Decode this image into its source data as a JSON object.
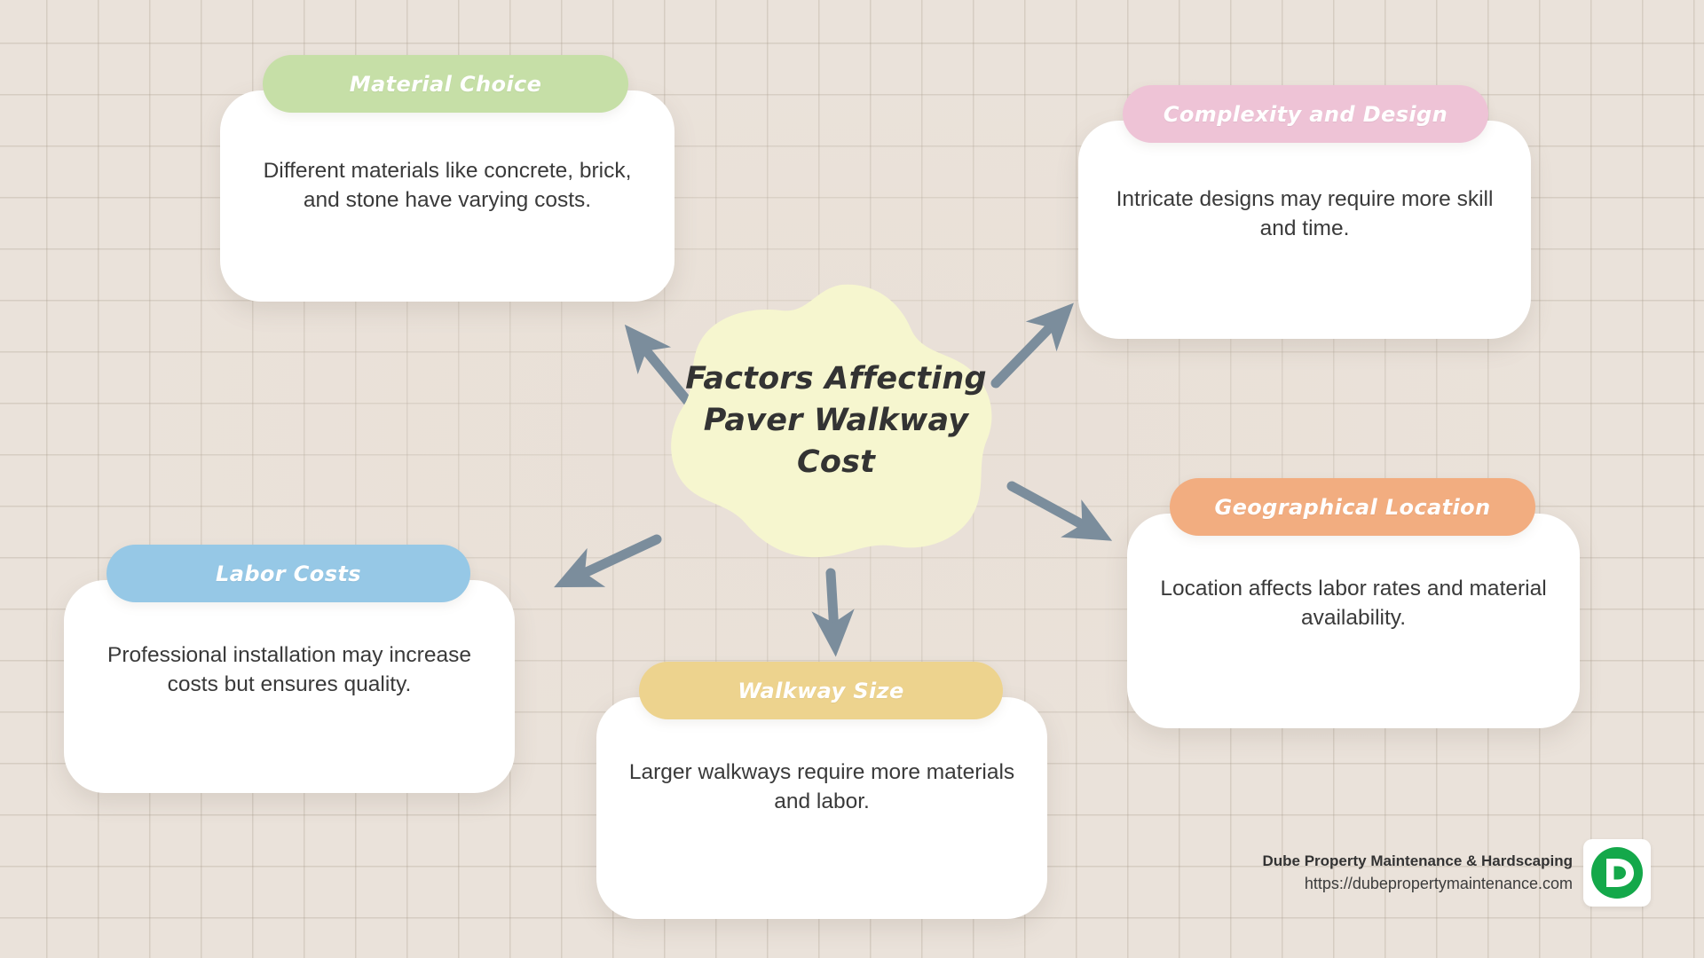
{
  "canvas": {
    "background_color": "#eae2da",
    "grid_color": "#a89b8c"
  },
  "center": {
    "blob_color": "#f6f6cf",
    "text_color": "#333333",
    "title_lines": [
      "Factors Affecting",
      "Paver Walkway",
      "Cost"
    ],
    "title_full": "Factors Affecting Paver Walkway Cost"
  },
  "arrow_color": "#7b8d9c",
  "cards": [
    {
      "id": "material-choice",
      "header": "Material Choice",
      "header_color": "#c6dfa7",
      "description": "Different materials like concrete, brick, and stone have varying costs."
    },
    {
      "id": "complexity-and-design",
      "header": "Complexity and Design",
      "header_color": "#eec3d6",
      "description": "Intricate designs may require more skill and time."
    },
    {
      "id": "geographical-location",
      "header": "Geographical Location",
      "header_color": "#f2ad80",
      "description": "Location affects labor rates and material availability."
    },
    {
      "id": "labor-costs",
      "header": "Labor Costs",
      "header_color": "#96c8e6",
      "description": "Professional installation may increase costs but ensures quality."
    },
    {
      "id": "walkway-size",
      "header": "Walkway Size",
      "header_color": "#edd38e",
      "description": "Larger walkways require more materials and labor."
    }
  ],
  "branding": {
    "name": "Dube Property Maintenance & Hardscaping",
    "url": "https://dubepropertymaintenance.com",
    "logo_letter": "D",
    "logo_color": "#14a84a"
  }
}
